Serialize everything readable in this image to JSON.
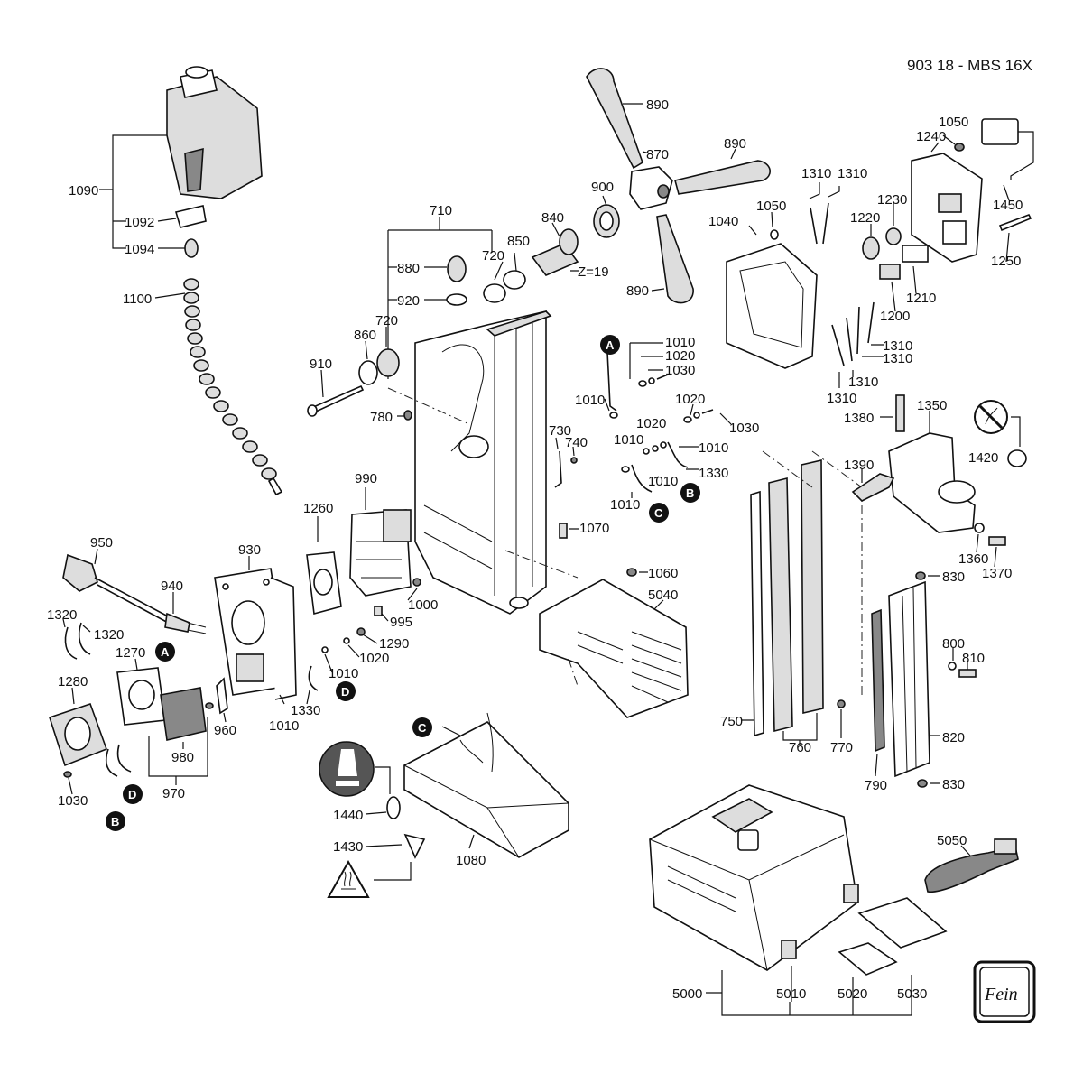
{
  "header": {
    "title": "903 18 - MBS 16X"
  },
  "labels": {
    "l890a": "890",
    "l870": "870",
    "l890b": "890",
    "l890c": "890",
    "l900": "900",
    "l840": "840",
    "l850": "850",
    "l720a": "720",
    "l710": "710",
    "l880": "880",
    "l920": "920",
    "l720b": "720",
    "l860": "860",
    "l910": "910",
    "l780": "780",
    "lz19": "Z=19",
    "l1090": "1090",
    "l1092": "1092",
    "l1094": "1094",
    "l1100": "1100",
    "l1040": "1040",
    "l1050a": "1050",
    "l1310a": "1310",
    "l1310b": "1310",
    "l1050b": "1050",
    "l1240": "1240",
    "l1230": "1230",
    "l1220": "1220",
    "l1450": "1450",
    "l1250": "1250",
    "l1210": "1210",
    "l1200": "1200",
    "l1310c": "1310",
    "l1310d": "1310",
    "l1310e": "1310",
    "l1310f": "1310",
    "l1010a": "1010",
    "l1020a": "1020",
    "l1030a": "1030",
    "l1010b": "1010",
    "l1020b": "1020",
    "l1030b": "1030",
    "l1020c": "1020",
    "l1010c": "1010",
    "l1010d": "1010",
    "l1010e": "1010",
    "l1330a": "1330",
    "l1010f": "1010",
    "l730": "730",
    "l740": "740",
    "l1070": "1070",
    "l990": "990",
    "l1260": "1260",
    "l930": "930",
    "l950": "950",
    "l940": "940",
    "l1000": "1000",
    "l995": "995",
    "l1290": "1290",
    "l1020d": "1020",
    "l1010g": "1010",
    "l1330b": "1330",
    "l1010h": "1010",
    "l1320a": "1320",
    "l1320b": "1320",
    "l1270": "1270",
    "l1280": "1280",
    "l960": "960",
    "l980": "980",
    "l970": "970",
    "l1030c": "1030",
    "l1060": "1060",
    "l5040": "5040",
    "l1380": "1380",
    "l1350": "1350",
    "l1390": "1390",
    "l1420": "1420",
    "l1360": "1360",
    "l1370": "1370",
    "l830a": "830",
    "l800": "800",
    "l810": "810",
    "l820": "820",
    "l830b": "830",
    "l790": "790",
    "l750": "750",
    "l760": "760",
    "l770": "770",
    "l1440": "1440",
    "l1430": "1430",
    "l1080": "1080",
    "l5050": "5050",
    "l5000": "5000",
    "l5010": "5010",
    "l5020": "5020",
    "l5030": "5030"
  },
  "callouts": {
    "a": "A",
    "b": "B",
    "c": "C",
    "d": "D"
  },
  "logo": {
    "brand": "Fein"
  },
  "colors": {
    "ink": "#111111",
    "background": "#ffffff",
    "fill_light": "#dddddd",
    "fill_dark": "#888888"
  },
  "icons": {
    "hot_surface": "hot-surface-warning-icon",
    "no_spray": "no-cooling-spray-icon",
    "operator": "operator-manual-icon",
    "switch": "switch-panel-icon"
  }
}
